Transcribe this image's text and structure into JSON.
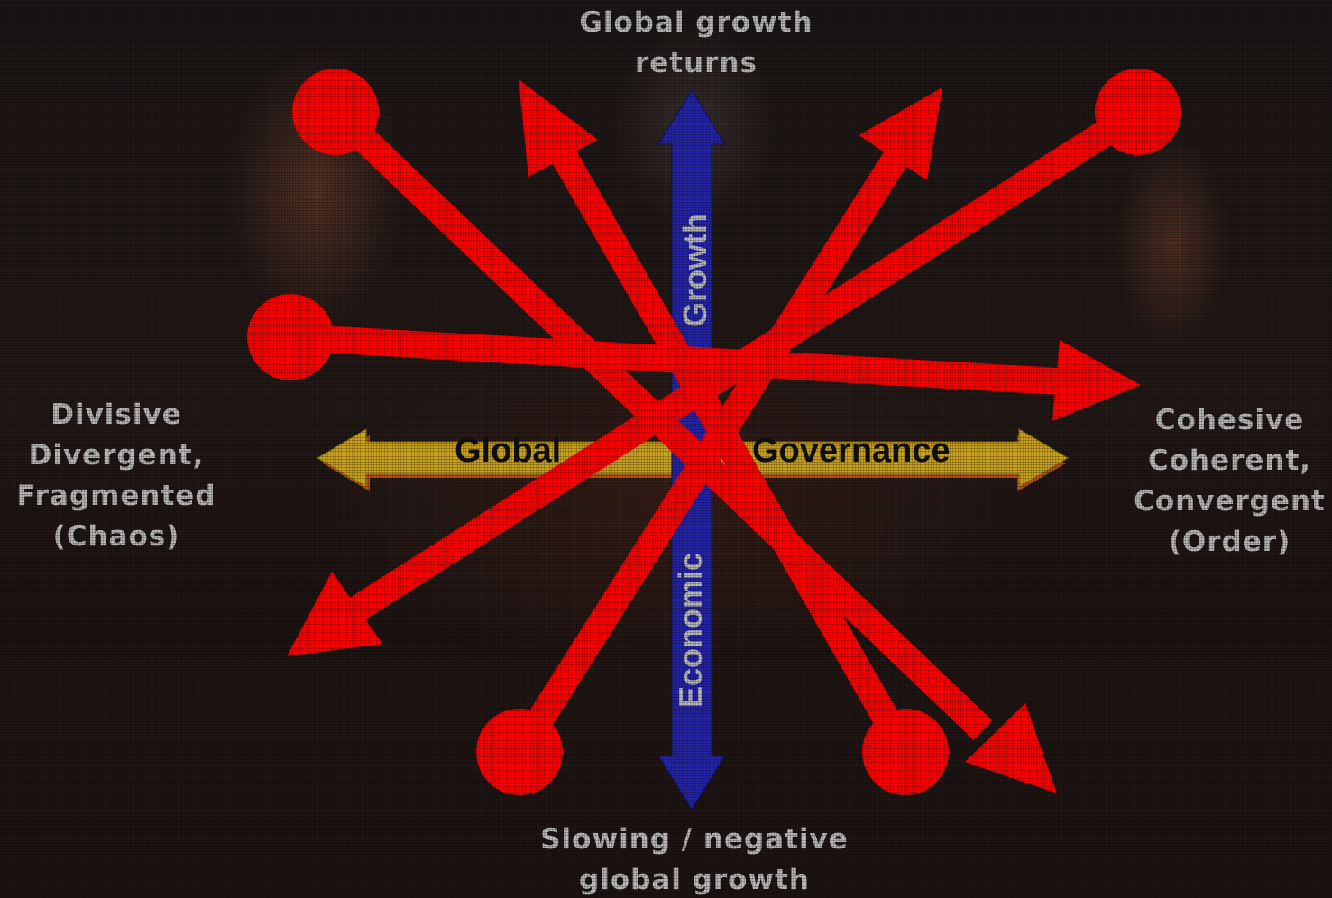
{
  "poles": {
    "top": [
      "Global growth",
      "returns"
    ],
    "bottom": [
      "Slowing / negative",
      "global growth"
    ],
    "left": [
      "Divisive",
      "Divergent,",
      "Fragmented",
      "(Chaos)"
    ],
    "right": [
      "Cohesive",
      "Coherent,",
      "Convergent",
      "(Order)"
    ]
  },
  "axes": {
    "horizontal": {
      "word1": "Global",
      "word2": "Governance",
      "fill_color": "#c7a020",
      "shadow_color": "#c85a10"
    },
    "vertical": {
      "word1": "Growth",
      "word2": "Economic",
      "fill_color": "#2424a8"
    }
  },
  "scenario_arrows": {
    "color": "#ff0000",
    "count": 5
  }
}
